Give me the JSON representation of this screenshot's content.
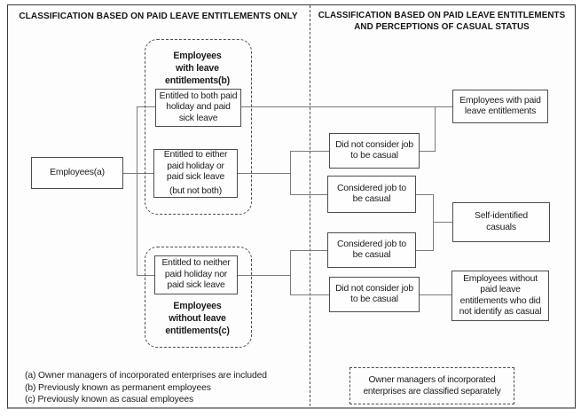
{
  "panel_left": {
    "header": "CLASSIFICATION BASED ON PAID LEAVE ENTITLEMENTS ONLY"
  },
  "panel_right": {
    "header": "CLASSIFICATION BASED ON PAID LEAVE ENTITLEMENTS\nAND PERCEPTIONS OF CASUAL STATUS"
  },
  "nodes": {
    "employees_root": "Employees(a)",
    "group_with_leave_label": "Employees\nwith leave\nentitlements(b)",
    "entitled_both": "Entitled to both paid\nholiday and paid\nsick leave",
    "entitled_either_main": "Entitled to either\npaid holiday or\npaid sick leave",
    "entitled_either_sub": "(but not both)",
    "entitled_neither": "Entitled to neither\npaid holiday nor\npaid sick leave",
    "group_without_leave_label": "Employees\nwithout leave\nentitlements(c)",
    "did_not_consider_top": "Did not consider job\nto be casual",
    "considered_top": "Considered job to\nbe casual",
    "considered_bottom": "Considered job to\nbe casual",
    "did_not_consider_bottom": "Did not consider job\nto be casual",
    "employees_with_paid_leave": "Employees with paid\nleave entitlements",
    "self_identified_casuals": "Self-identified\ncasuals",
    "employees_without_paid_leave": "Employees without\npaid leave\nentitlements who did\nnot identify as casual",
    "owner_managers_note": "Owner managers of incorporated\nenterprises are classified separately"
  },
  "footnotes": [
    "(a) Owner managers of incorporated enterprises are included",
    "(b) Previously known as permanent employees",
    "(c) Previously known as casual employees"
  ],
  "colors": {
    "text": "#1c1c1c",
    "box_border": "#4d4d4d",
    "connector": "#7a7a7a",
    "frame": "#3c3c3c",
    "background": "#ffffff"
  }
}
